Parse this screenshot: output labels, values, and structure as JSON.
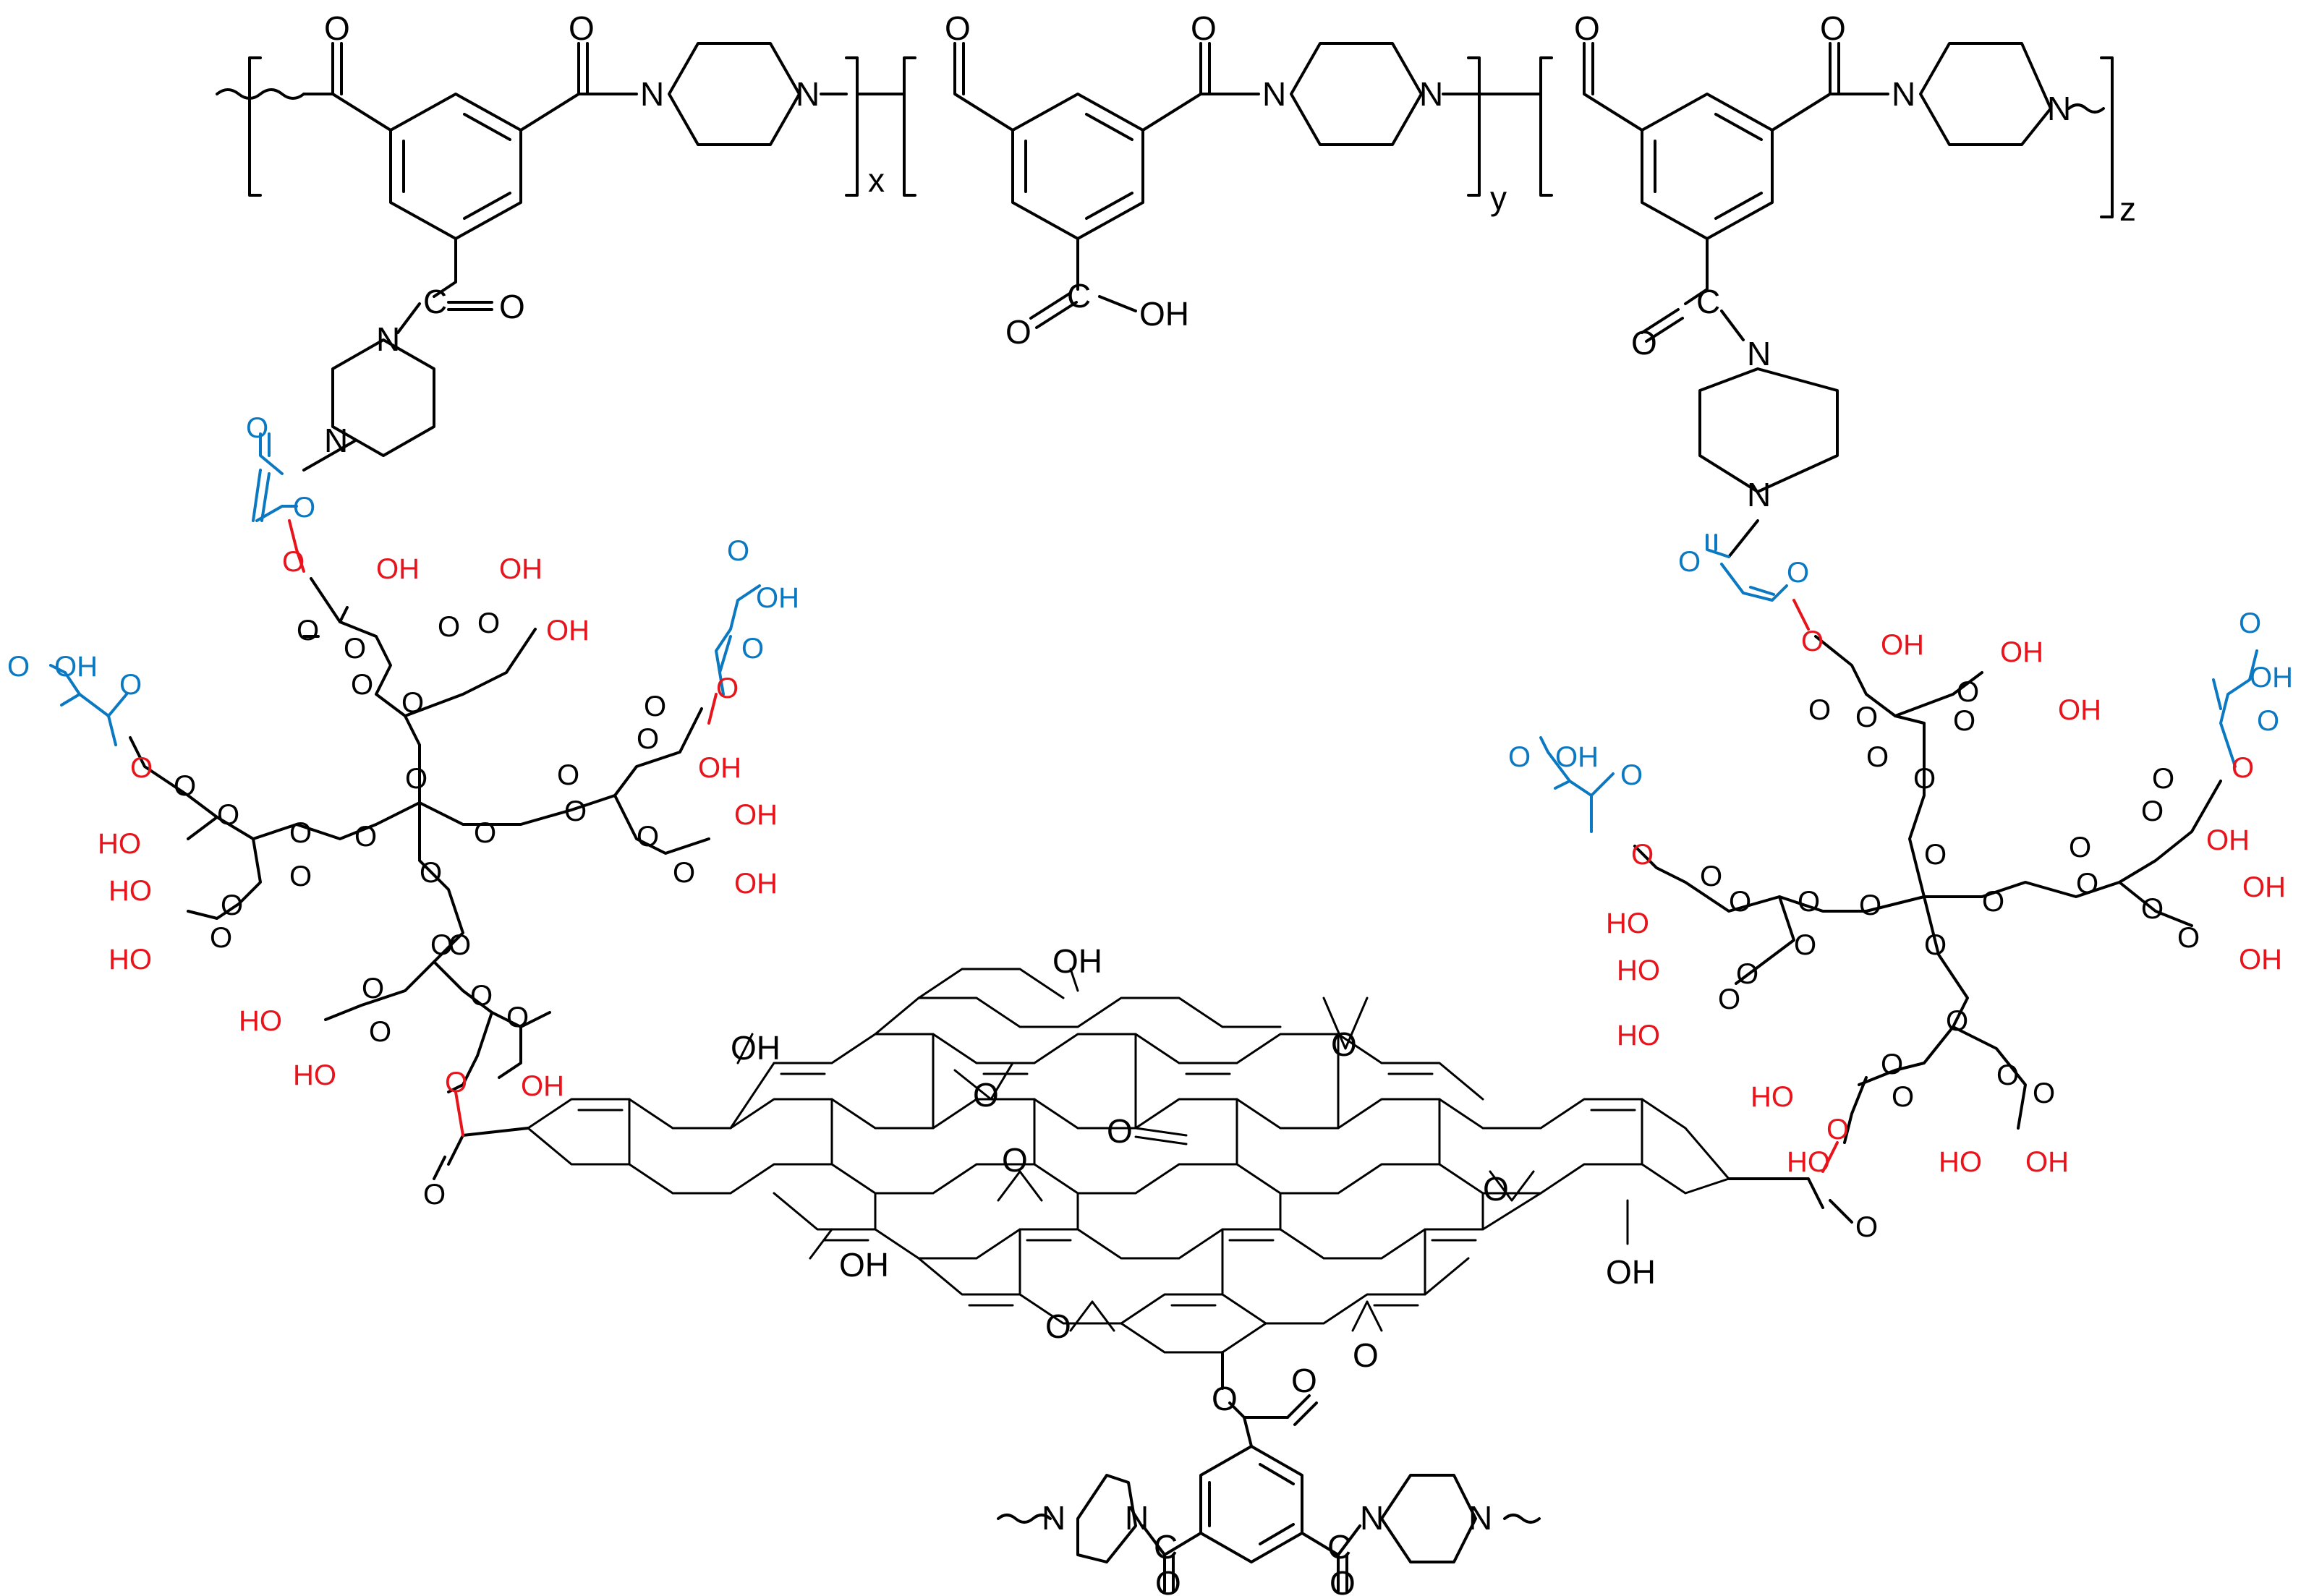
{
  "colors": {
    "bond": "#000000",
    "maleate": "#0b78c2",
    "hydroxyl": "#e8141c",
    "background": "#ffffff"
  },
  "labels": {
    "carbonyl_o": "O",
    "ether_o": "O",
    "nitrogen": "N",
    "carbon": "C",
    "hydroxyl": "OH",
    "hydroxyl_rev": "HO",
    "subscript_x": "x",
    "subscript_y": "y",
    "subscript_z": "z"
  }
}
